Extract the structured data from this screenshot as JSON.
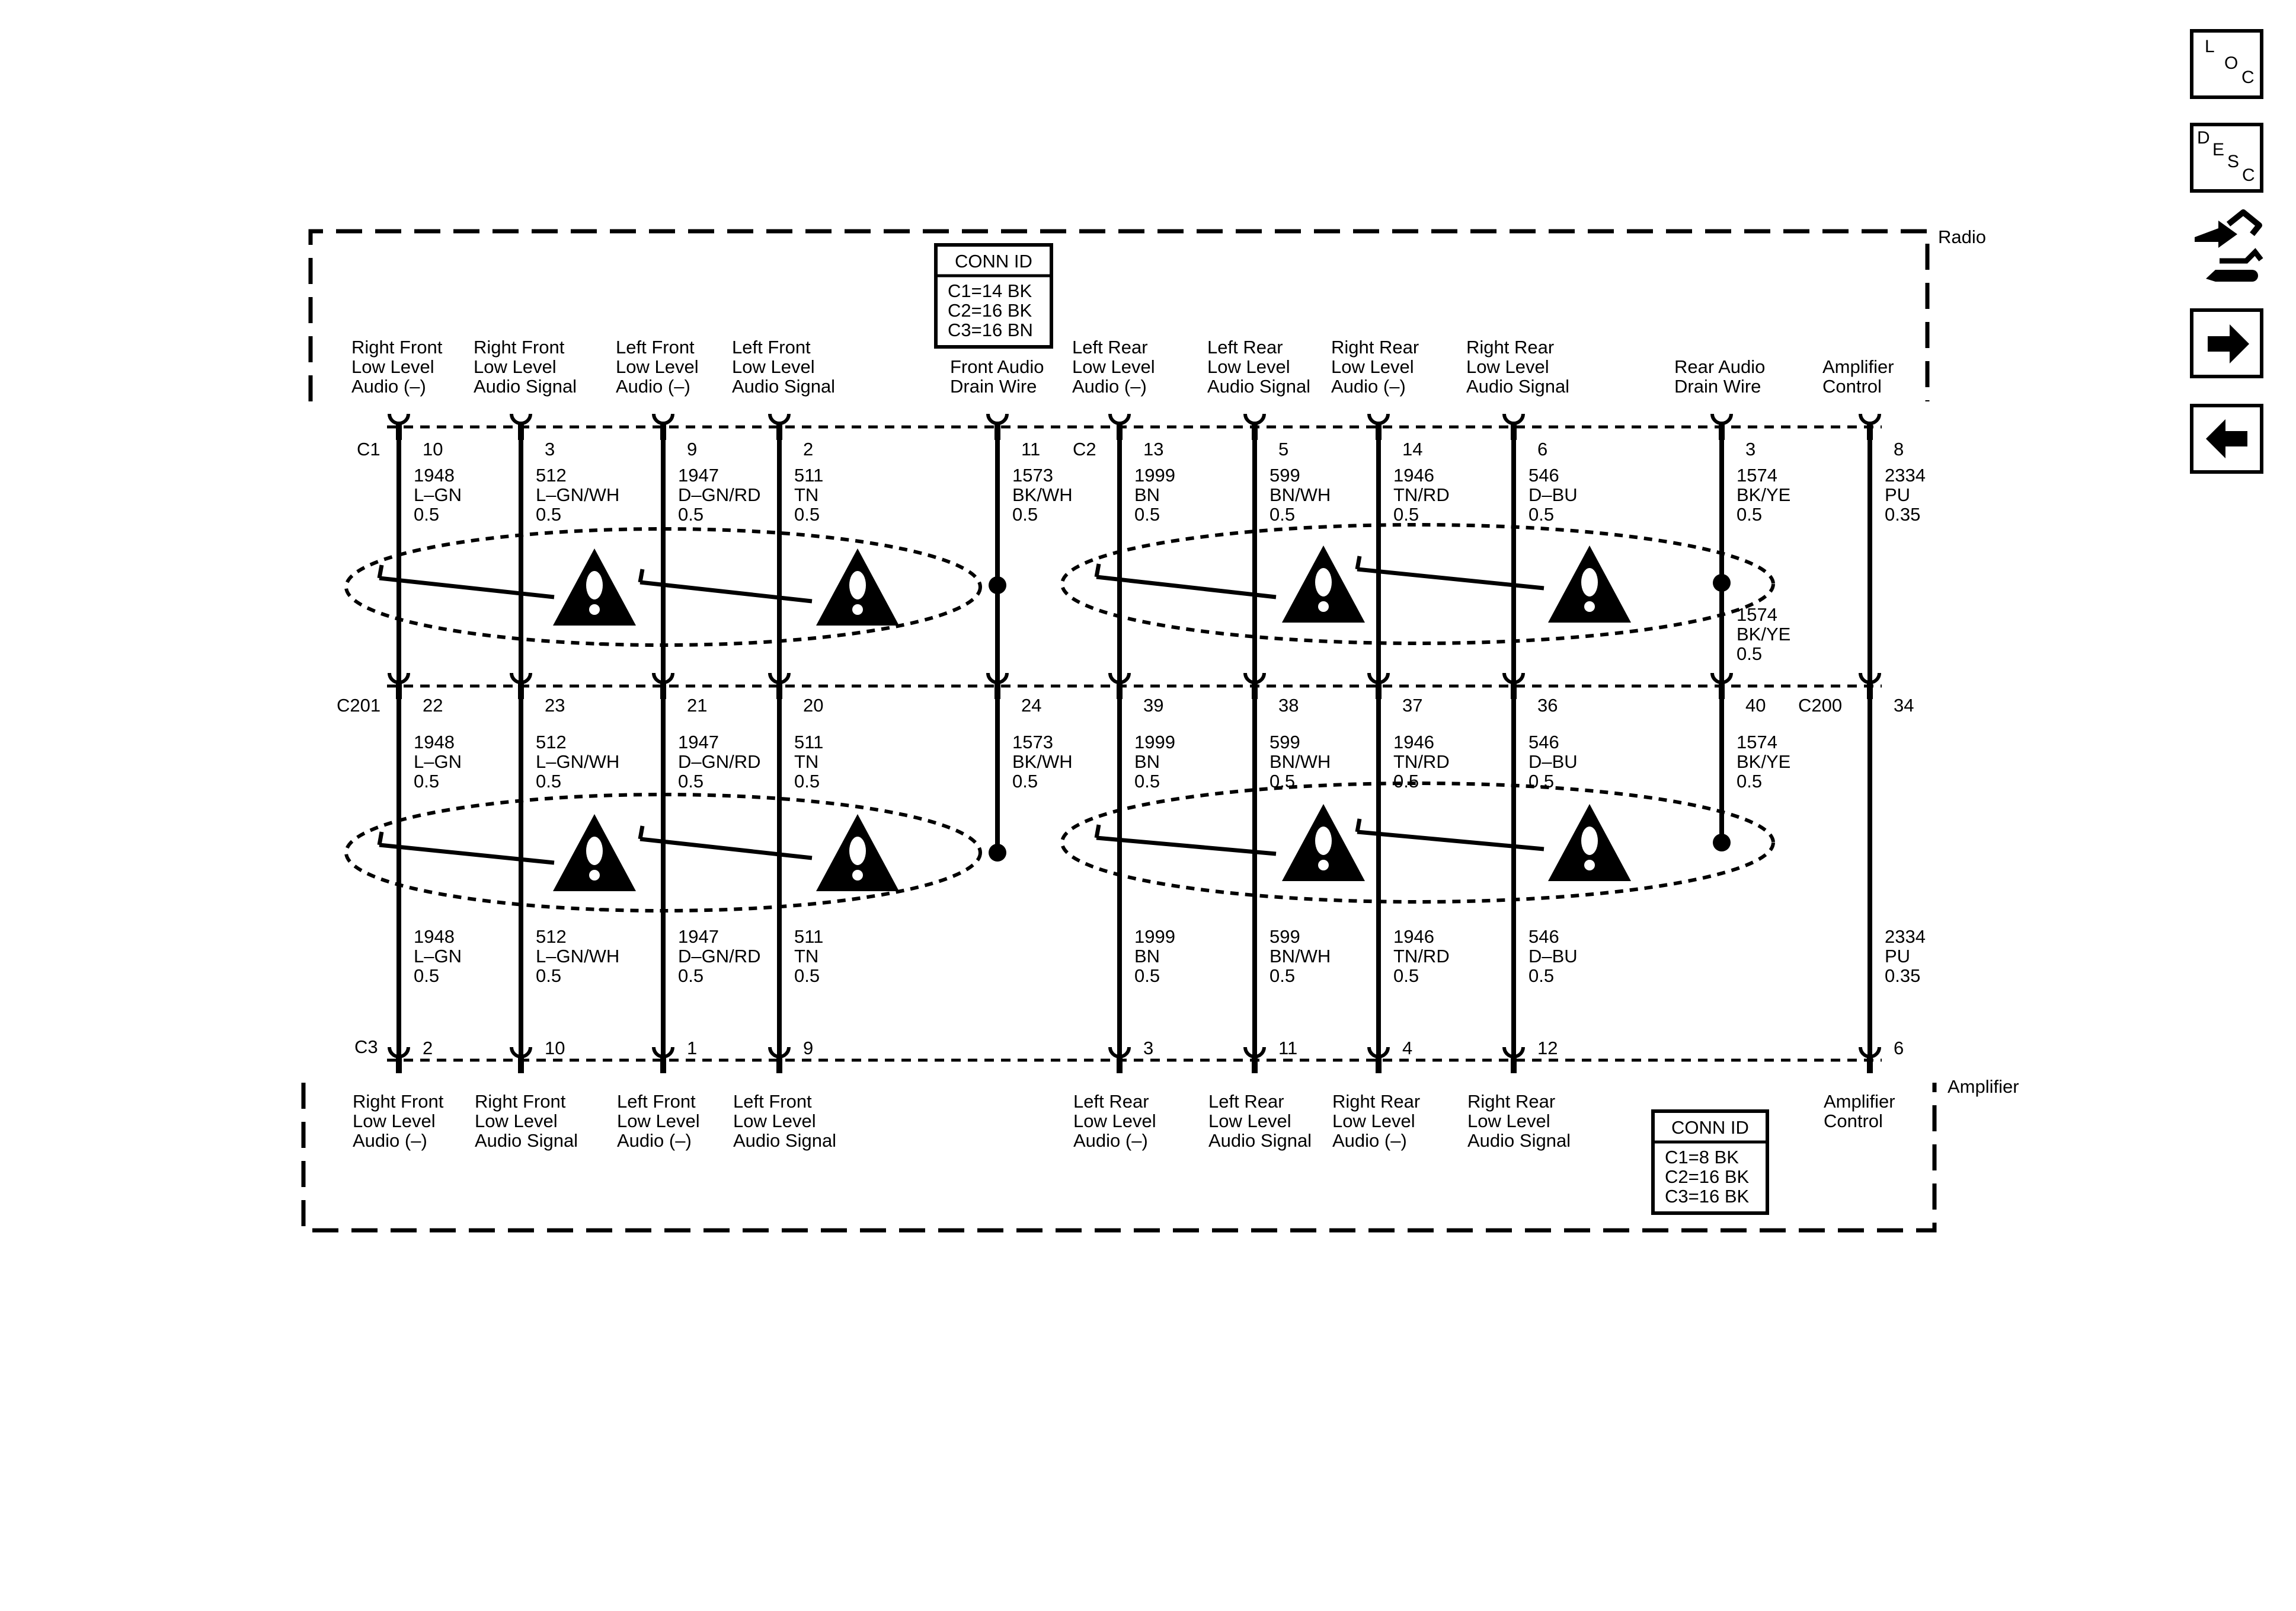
{
  "components": {
    "radio": "Radio",
    "amplifier": "Amplifier"
  },
  "conn_id": {
    "radio": {
      "title": "CONN ID",
      "lines": [
        "C1=14 BK",
        "C2=16 BK",
        "C3=16 BN"
      ]
    },
    "amplifier": {
      "title": "CONN ID",
      "lines": [
        "C1=8 BK",
        "C2=16 BK",
        "C3=16 BK"
      ]
    }
  },
  "connectors": {
    "radio_c1": "C1",
    "radio_c2": "C2",
    "inline_left": "C201",
    "inline_right": "C200",
    "amp_c3": "C3"
  },
  "radio_labels": [
    [
      "Right Front",
      "Low Level",
      "Audio (–)"
    ],
    [
      "Right Front",
      "Low Level",
      "Audio Signal"
    ],
    [
      "Left Front",
      "Low Level",
      "Audio (–)"
    ],
    [
      "Left Front",
      "Low Level",
      "Audio Signal"
    ],
    [
      "Front Audio",
      "Drain Wire"
    ],
    [
      "Left Rear",
      "Low Level",
      "Audio (–)"
    ],
    [
      "Left Rear",
      "Low Level",
      "Audio Signal"
    ],
    [
      "Right Rear",
      "Low Level",
      "Audio (–)"
    ],
    [
      "Right Rear",
      "Low Level",
      "Audio Signal"
    ],
    [
      "Rear Audio",
      "Drain Wire"
    ],
    [
      "Amplifier",
      "Control"
    ]
  ],
  "amp_labels": [
    [
      "Right Front",
      "Low Level",
      "Audio (–)"
    ],
    [
      "Right Front",
      "Low Level",
      "Audio Signal"
    ],
    [
      "Left Front",
      "Low Level",
      "Audio (–)"
    ],
    [
      "Left Front",
      "Low Level",
      "Audio Signal"
    ],
    [],
    [
      "Left Rear",
      "Low Level",
      "Audio (–)"
    ],
    [
      "Left Rear",
      "Low Level",
      "Audio Signal"
    ],
    [
      "Right Rear",
      "Low Level",
      "Audio (–)"
    ],
    [
      "Right Rear",
      "Low Level",
      "Audio Signal"
    ],
    [],
    [
      "Amplifier",
      "Control"
    ]
  ],
  "pins_top": [
    "10",
    "3",
    "9",
    "2",
    "11",
    "13",
    "5",
    "14",
    "6",
    "3",
    "8"
  ],
  "pins_mid": [
    "22",
    "23",
    "21",
    "20",
    "24",
    "39",
    "38",
    "37",
    "36",
    "40",
    "34"
  ],
  "pins_bot": [
    "2",
    "10",
    "1",
    "9",
    "",
    "3",
    "11",
    "4",
    "12",
    "",
    "6"
  ],
  "wires_upper": [
    [
      "1948",
      "L–GN",
      "0.5"
    ],
    [
      "512",
      "L–GN/WH",
      "0.5"
    ],
    [
      "1947",
      "D–GN/RD",
      "0.5"
    ],
    [
      "511",
      "TN",
      "0.5"
    ],
    [
      "1573",
      "BK/WH",
      "0.5"
    ],
    [
      "1999",
      "BN",
      "0.5"
    ],
    [
      "599",
      "BN/WH",
      "0.5"
    ],
    [
      "1946",
      "TN/RD",
      "0.5"
    ],
    [
      "546",
      "D–BU",
      "0.5"
    ],
    [
      "1574",
      "BK/YE",
      "0.5"
    ],
    [
      "2334",
      "PU",
      "0.35"
    ]
  ],
  "drain_rear_upper_extra": [
    "1574",
    "BK/YE",
    "0.5"
  ],
  "wires_mid": [
    [
      "1948",
      "L–GN",
      "0.5"
    ],
    [
      "512",
      "L–GN/WH",
      "0.5"
    ],
    [
      "1947",
      "D–GN/RD",
      "0.5"
    ],
    [
      "511",
      "TN",
      "0.5"
    ],
    [
      "1573",
      "BK/WH",
      "0.5"
    ],
    [
      "1999",
      "BN",
      "0.5"
    ],
    [
      "599",
      "BN/WH",
      "0.5"
    ],
    [
      "1946",
      "TN/RD",
      "0.5"
    ],
    [
      "546",
      "D–BU",
      "0.5"
    ],
    [
      "1574",
      "BK/YE",
      "0.5"
    ],
    []
  ],
  "wires_lower": [
    [
      "1948",
      "L–GN",
      "0.5"
    ],
    [
      "512",
      "L–GN/WH",
      "0.5"
    ],
    [
      "1947",
      "D–GN/RD",
      "0.5"
    ],
    [
      "511",
      "TN",
      "0.5"
    ],
    [],
    [
      "1999",
      "BN",
      "0.5"
    ],
    [
      "599",
      "BN/WH",
      "0.5"
    ],
    [
      "1946",
      "TN/RD",
      "0.5"
    ],
    [
      "546",
      "D–BU",
      "0.5"
    ],
    [],
    [
      "2334",
      "PU",
      "0.35"
    ]
  ],
  "nav_buttons": [
    {
      "name": "loc-button",
      "icon": "loc-icon",
      "letters": [
        "L",
        "O",
        "C"
      ]
    },
    {
      "name": "desc-button",
      "icon": "desc-icon",
      "letters": [
        "D",
        "E",
        "S",
        "C"
      ]
    },
    {
      "name": "connector-button",
      "icon": "connector-hand-icon"
    },
    {
      "name": "next-button",
      "icon": "arrow-right-icon"
    },
    {
      "name": "back-button",
      "icon": "arrow-left-icon"
    }
  ]
}
